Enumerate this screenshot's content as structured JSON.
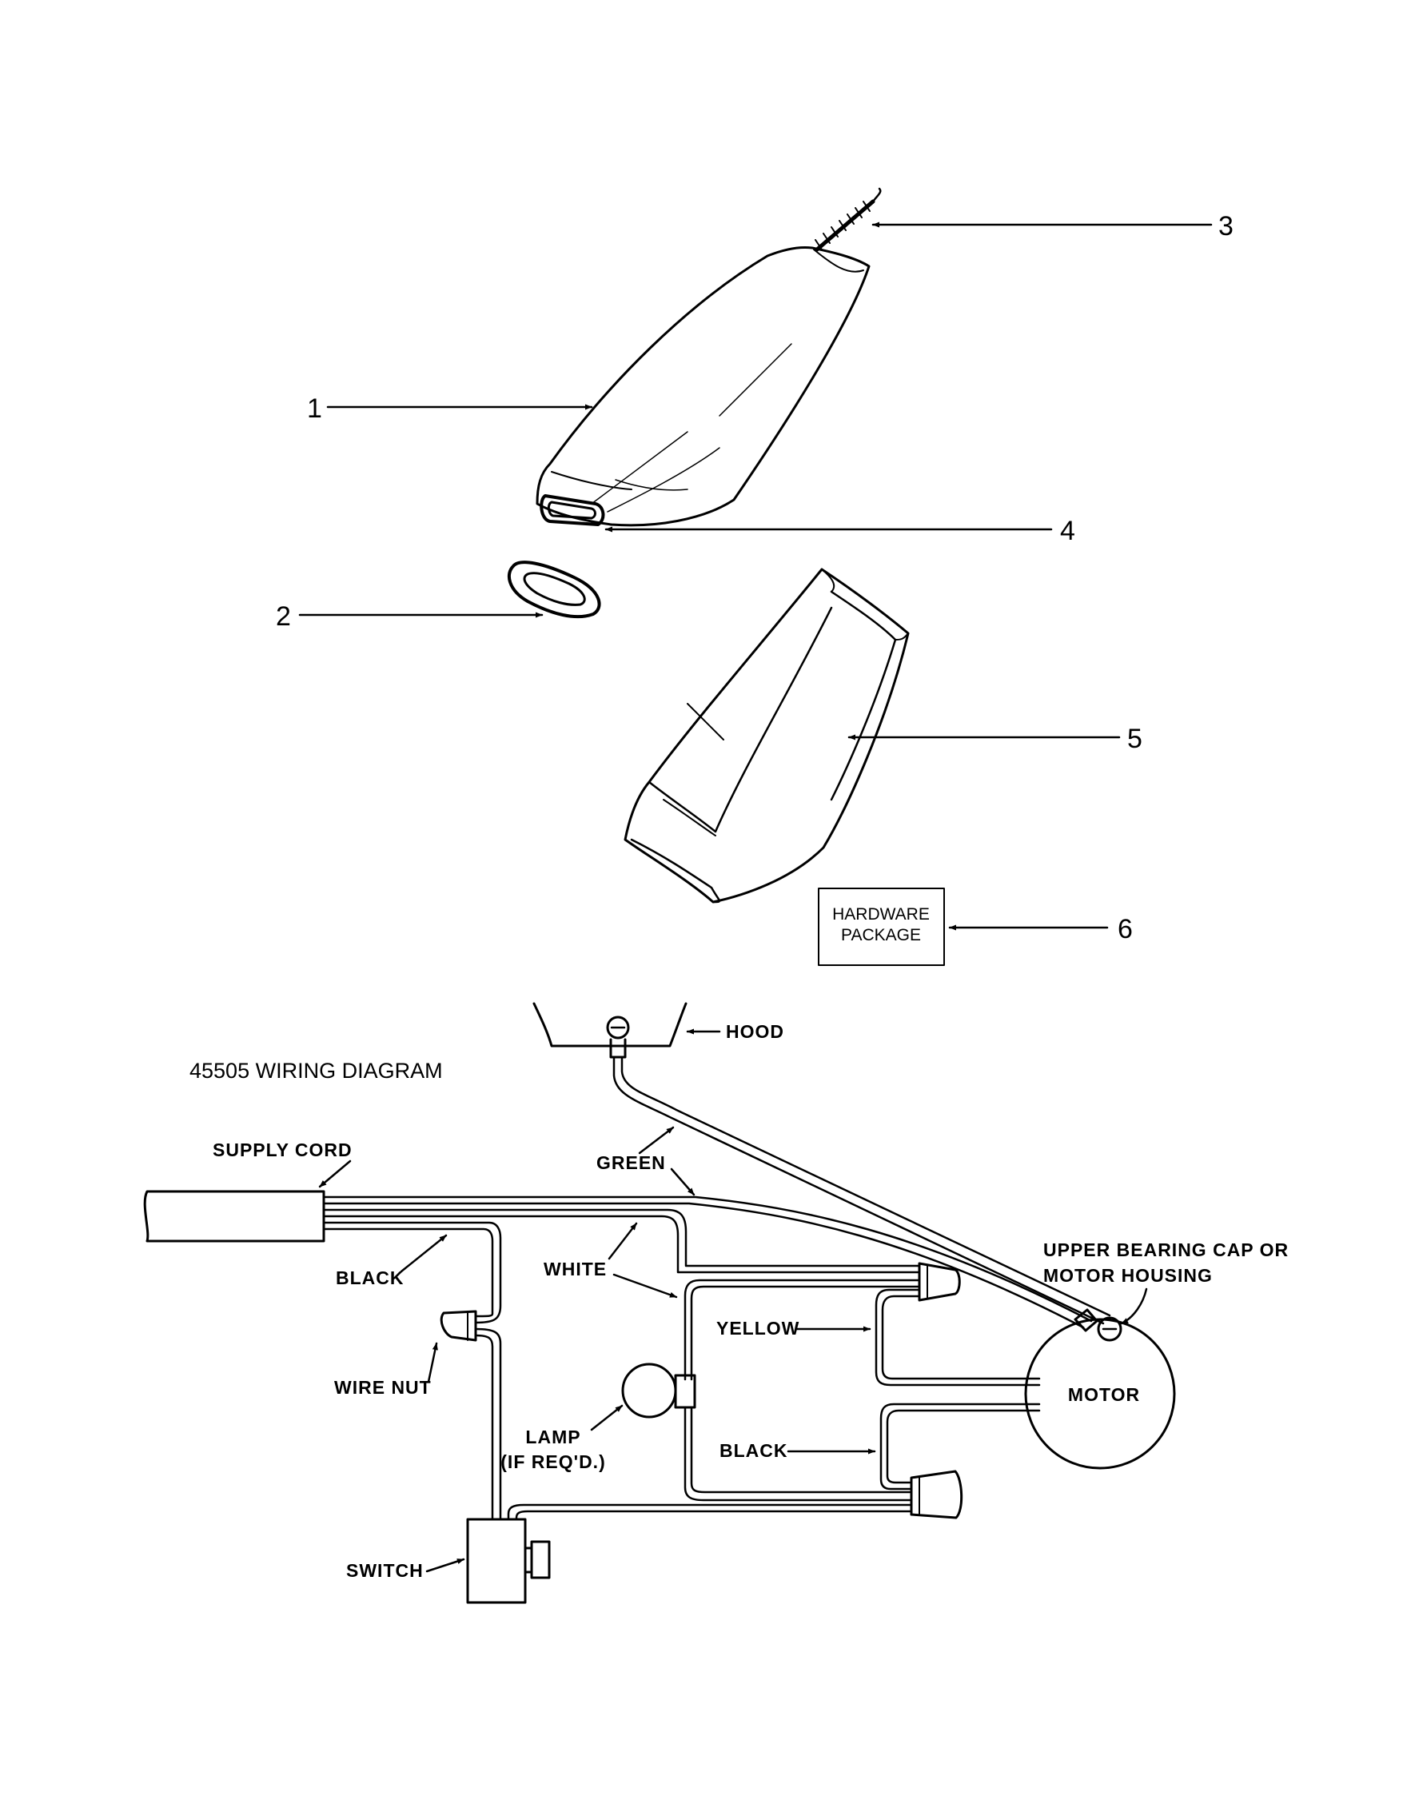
{
  "parts": {
    "callouts": [
      "1",
      "2",
      "3",
      "4",
      "5",
      "6"
    ],
    "hardware_package": [
      "HARDWARE",
      "PACKAGE"
    ]
  },
  "wiring": {
    "title": "45505 WIRING DIAGRAM",
    "labels": {
      "hood": "HOOD",
      "supply_cord": "SUPPLY CORD",
      "green": "GREEN",
      "black_top": "BLACK",
      "white": "WHITE",
      "upper_bearing_1": "UPPER BEARING CAP OR",
      "upper_bearing_2": "MOTOR HOUSING",
      "yellow": "YELLOW",
      "wire_nut": "WIRE NUT",
      "motor": "MOTOR",
      "lamp_1": "LAMP",
      "lamp_2": "(IF REQ'D.)",
      "black_bottom": "BLACK",
      "switch": "SWITCH"
    }
  }
}
